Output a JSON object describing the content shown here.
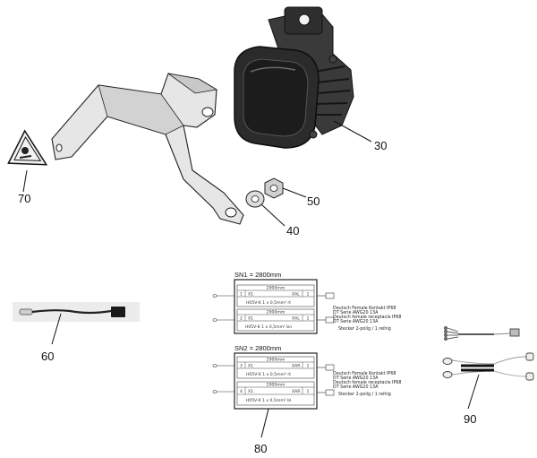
{
  "callouts": {
    "c30": "30",
    "c40": "40",
    "c50": "50",
    "c60": "60",
    "c70": "70",
    "c80": "80",
    "c90": "90"
  },
  "wiring": {
    "sn1": {
      "title": "SN1 = 2800mm",
      "block1": {
        "length": "2900mm",
        "pin": "1",
        "from": "X1",
        "to": "XAL",
        "pin_end": "1",
        "cable": "H05V-K 1 x 0,5mm² rt"
      },
      "block2": {
        "length": "2900mm",
        "pin": "2",
        "from": "X1",
        "to": "XAL",
        "pin_end": "1",
        "cable": "H05V-K 1 x 0,5mm² bn"
      },
      "note_a": "Deutsch Female Kontakt IP68",
      "note_b": "DT Serie AWG20 13A",
      "note_c": "Deutsch female receptacle IP68",
      "note_d": "DT Serie AWG20 13A",
      "note_e": "Stecker 2-polig / 1 reihig"
    },
    "sn2": {
      "title": "SN2 = 2800mm",
      "block1": {
        "length": "2900mm",
        "pin": "3",
        "from": "X1",
        "to": "XAR",
        "pin_end": "1",
        "cable": "H05V-K 1 x 0,5mm² rt"
      },
      "block2": {
        "length": "2900mm",
        "pin": "4",
        "from": "X1",
        "to": "XAR",
        "pin_end": "1",
        "cable": "H05V-K 1 x 0,5mm² bl"
      },
      "note_a": "Deutsch Female Kontakt IP68",
      "note_b": "DT Serie AWG20 13A",
      "note_c": "Deutsch female receptacle IP68",
      "note_d": "DT Serie AWG20 13A",
      "note_e": "Stecker 2-polig / 1 reihig"
    }
  }
}
